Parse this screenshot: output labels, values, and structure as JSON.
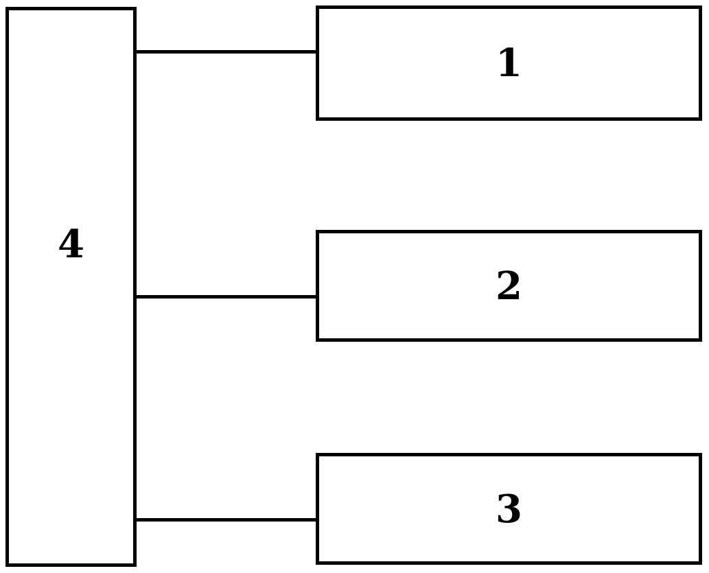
{
  "diagram": {
    "type": "block-diagram",
    "background_color": "#ffffff",
    "stroke_color": "#000000",
    "nodes": [
      {
        "id": "block-1",
        "label": "1",
        "shape": "rectangle",
        "position": "right-top"
      },
      {
        "id": "block-2",
        "label": "2",
        "shape": "rectangle",
        "position": "right-middle"
      },
      {
        "id": "block-3",
        "label": "3",
        "shape": "rectangle",
        "position": "right-bottom"
      },
      {
        "id": "block-4",
        "label": "4",
        "shape": "rectangle",
        "position": "left-tall"
      }
    ],
    "connections": [
      {
        "from": "4",
        "to": "1",
        "style": "horizontal-line"
      },
      {
        "from": "4",
        "to": "2",
        "style": "horizontal-line"
      },
      {
        "from": "4",
        "to": "3",
        "style": "horizontal-line"
      }
    ]
  }
}
